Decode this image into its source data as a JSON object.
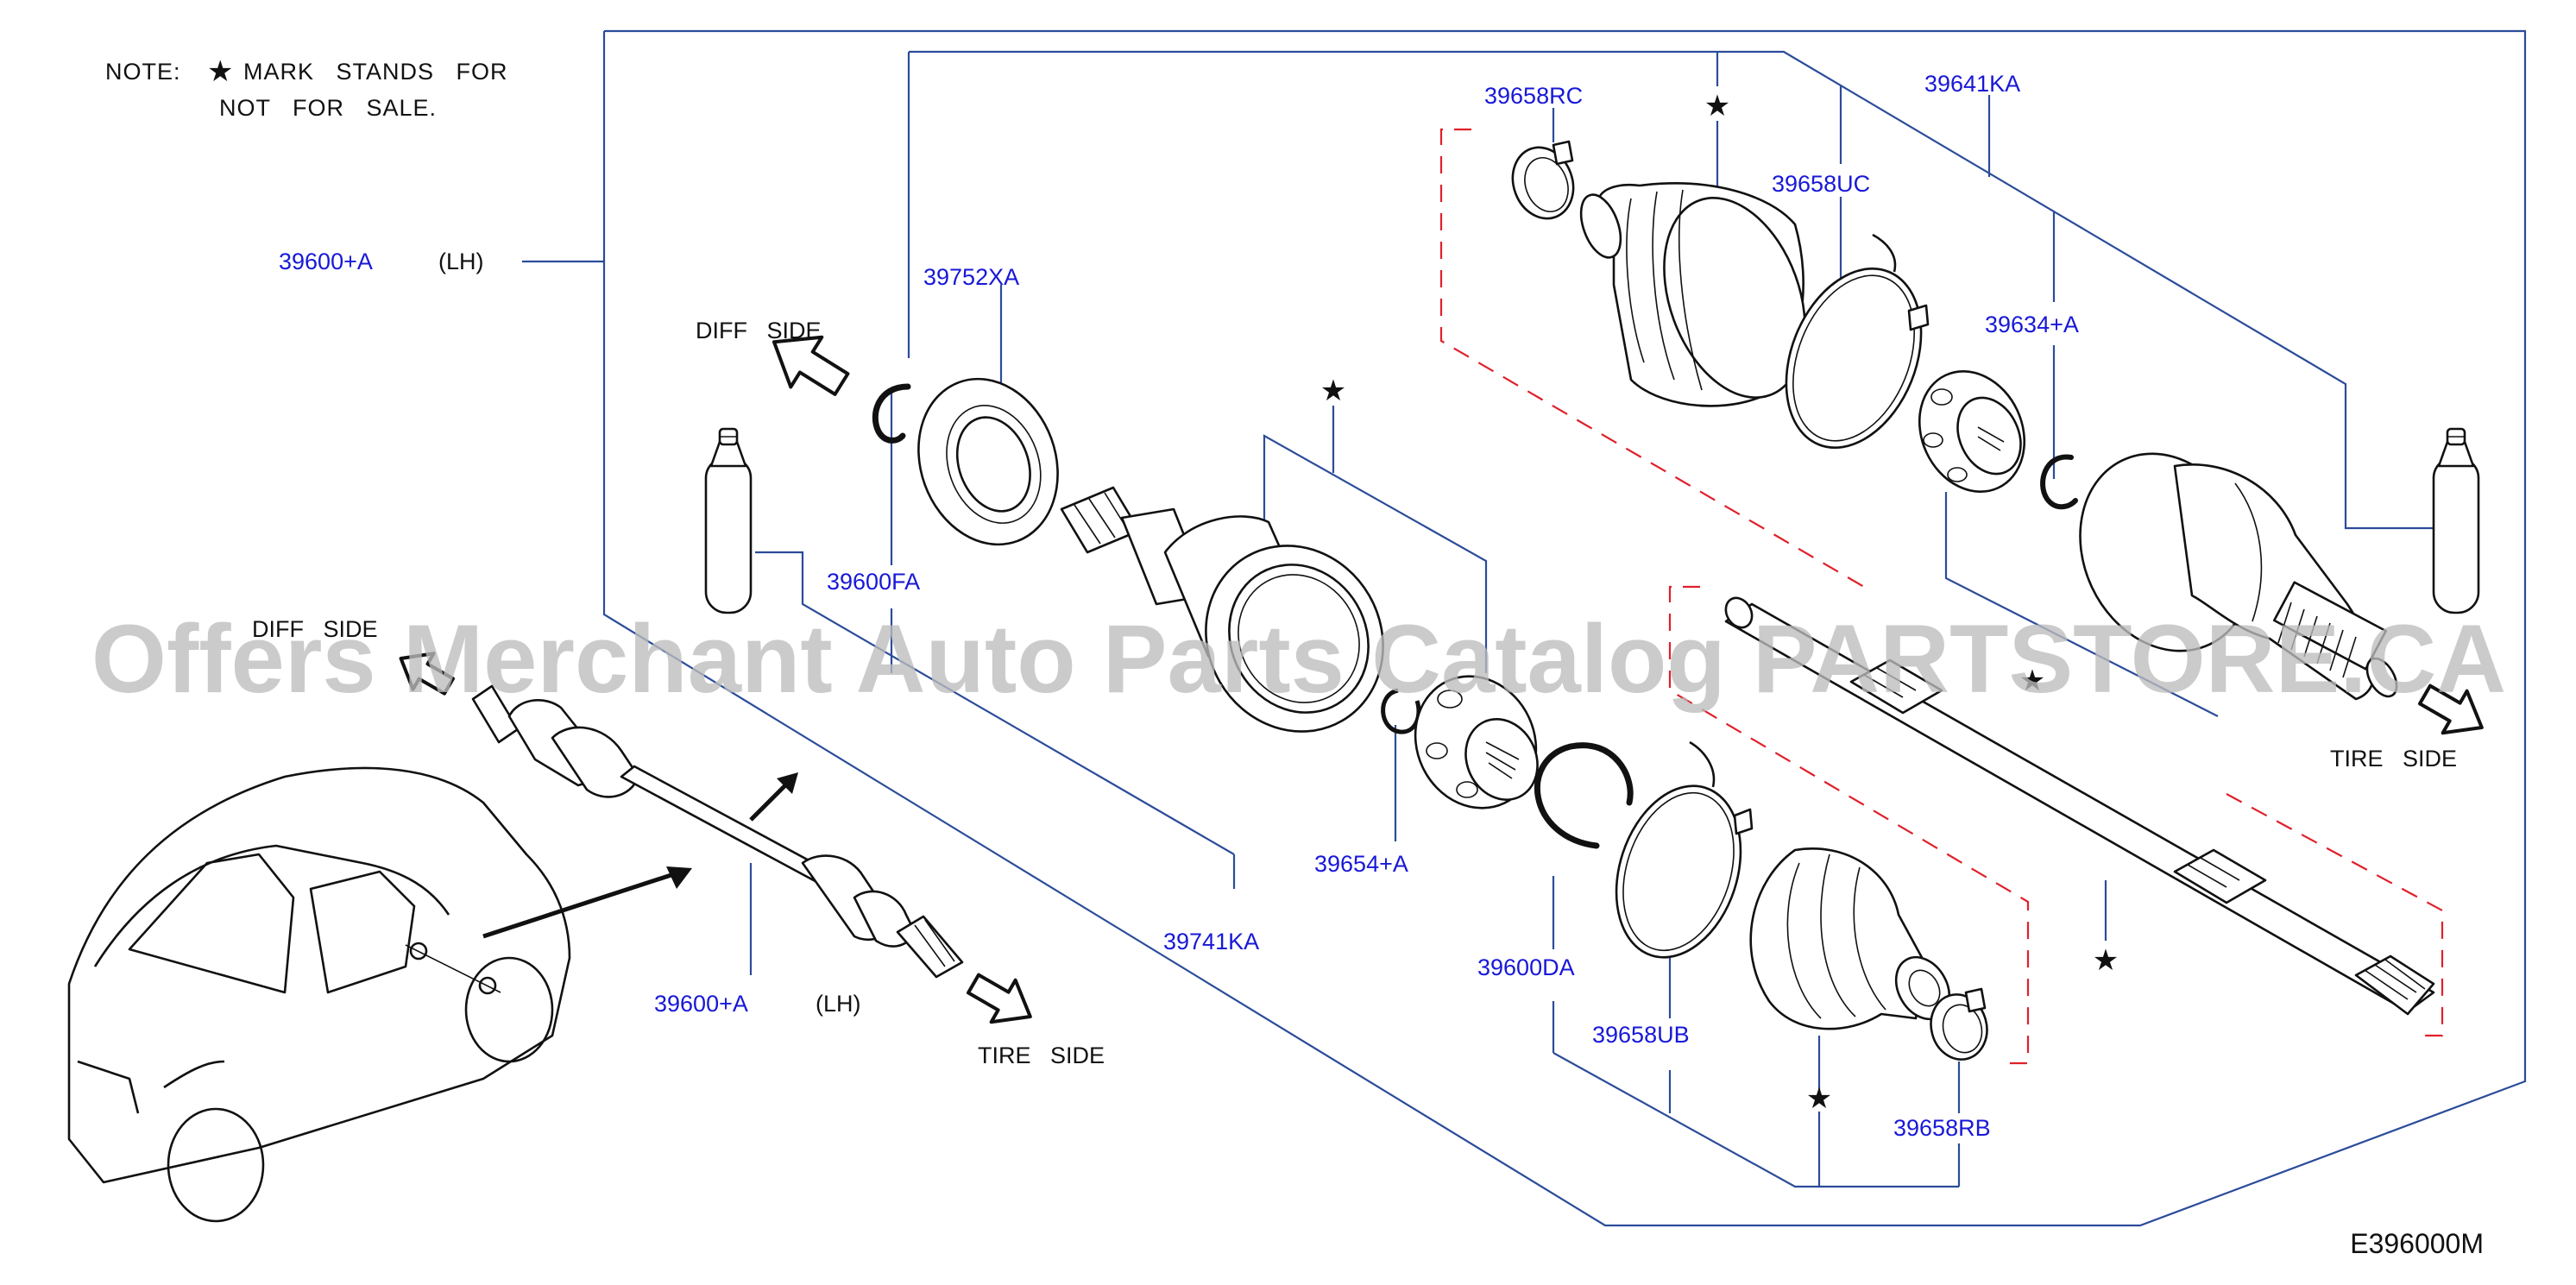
{
  "note": {
    "line1_prefix": "NOTE:",
    "star": "★",
    "line1_rest": "MARK   STANDS   FOR",
    "line2": "NOT   FOR   SALE."
  },
  "watermark": "Offers Merchant Auto Parts Catalog PARTSTORE.CA",
  "diagram_code": "E396000M",
  "direction_labels": {
    "diff_side_upper": "DIFF   SIDE",
    "diff_side_lower": "DIFF   SIDE",
    "tire_side_right": "TIRE   SIDE",
    "tire_side_lower": "TIRE   SIDE"
  },
  "labels": {
    "assy_main": "39600+A",
    "assy_main_side": "(LH)",
    "assy_small": "39600+A",
    "assy_small_side": "(LH)",
    "p39752XA": "39752XA",
    "p39600FA": "39600FA",
    "p39658RC": "39658RC",
    "p39658UC": "39658UC",
    "p39641KA": "39641KA",
    "p39634A": "39634+A",
    "p39654A": "39654+A",
    "p39741KA": "39741KA",
    "p39600DA": "39600DA",
    "p39658UB": "39658UB",
    "p39658RB": "39658RB"
  },
  "star_glyph": "★",
  "colors": {
    "label_blue": "#1818d8",
    "leader_blue": "#2b4c9a",
    "dashed_red": "#e0202a",
    "watermark_gray": "#bdbdbd",
    "line_black": "#111111"
  },
  "icons": [
    "star-icon",
    "arrow-icon",
    "car-icon"
  ]
}
